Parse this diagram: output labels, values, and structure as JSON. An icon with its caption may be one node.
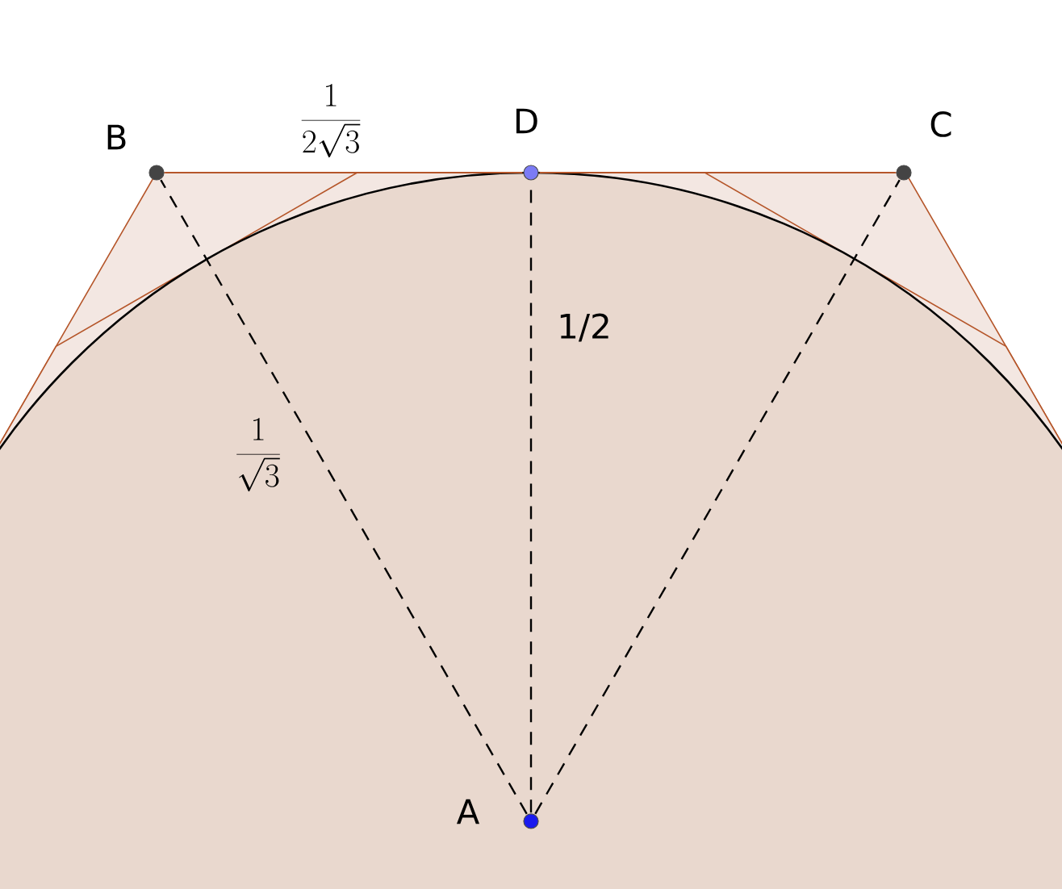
{
  "diagram": {
    "nodes": [
      {
        "text": [
          "B"
        ]
      },
      {
        "text": [
          "D"
        ]
      },
      {
        "text": [
          "C"
        ]
      },
      {
        "text": [
          "A"
        ]
      }
    ],
    "edges": [
      {
        "from": 0,
        "to": 1,
        "arrow": "none",
        "label": "\\frac{1}{2\\sqrt{3}}",
        "color": "#b5562a"
      },
      {
        "from": 1,
        "to": 2,
        "arrow": "none",
        "color": "#b5562a"
      },
      {
        "from": 3,
        "to": 0,
        "arrow": "none",
        "style": "dashed",
        "label": "\\frac{1}{\\sqrt{3}}"
      },
      {
        "from": 3,
        "to": 1,
        "arrow": "none",
        "style": "dashed",
        "label": "1/2"
      },
      {
        "from": 3,
        "to": 2,
        "arrow": "none",
        "style": "dashed"
      }
    ]
  }
}
